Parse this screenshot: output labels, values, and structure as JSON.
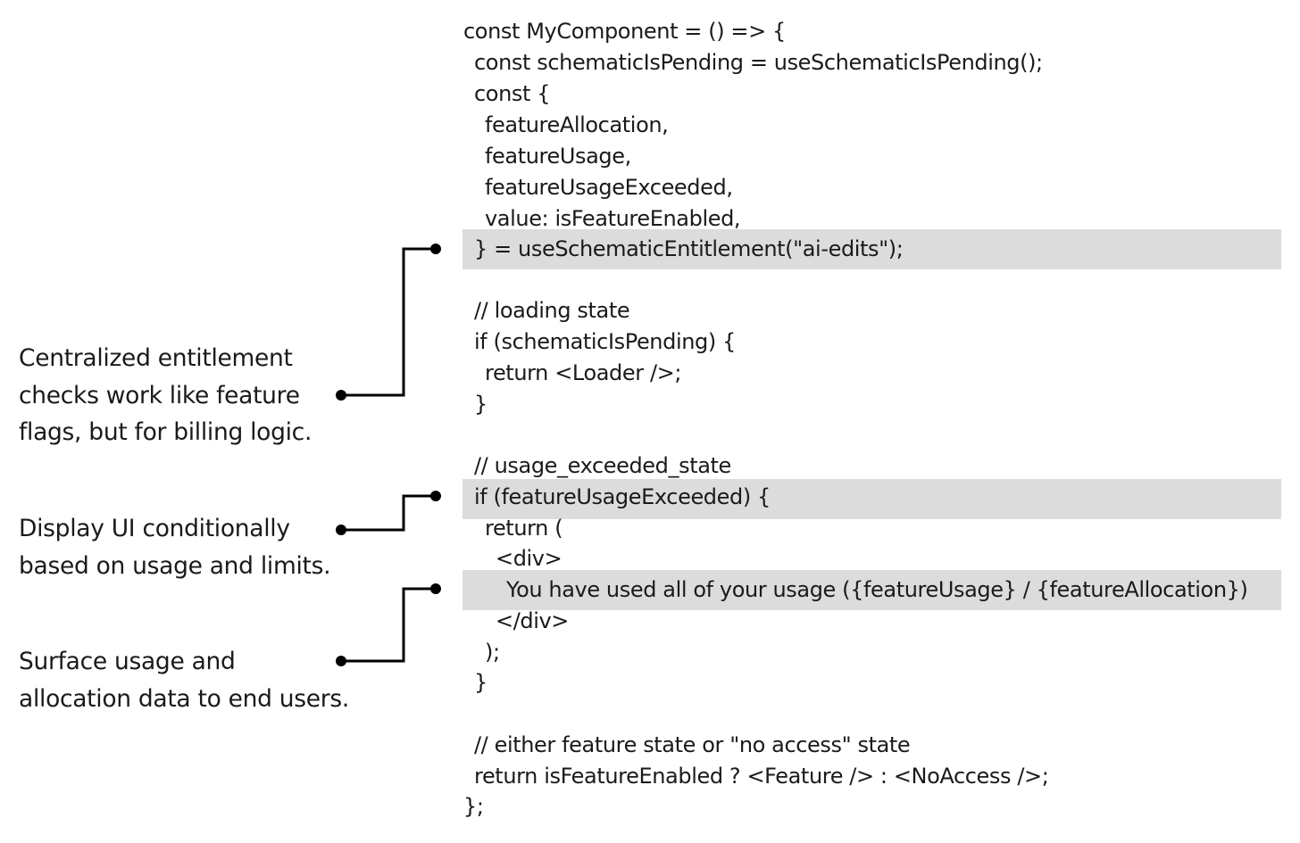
{
  "code_lines": [
    "const MyComponent = () => {",
    "const schematicIsPending = useSchematicIsPending();",
    "const {",
    "featureAllocation,",
    "featureUsage,",
    "featureUsageExceeded,",
    "value: isFeatureEnabled,",
    "} = useSchematicEntitlement(\"ai-edits\");",
    "",
    "// loading state",
    "if (schematicIsPending) {",
    "return <Loader />;",
    "}",
    "",
    "// usage_exceeded_state",
    "if (featureUsageExceeded) {",
    "return (",
    "<div>",
    "You have used all of your usage ({featureUsage} / {featureAllocation})",
    "</div>",
    ");",
    "}",
    "",
    "// either feature state or \"no access\" state",
    "return isFeatureEnabled ? <Feature /> : <NoAccess />;",
    "};"
  ],
  "annotations": [
    {
      "lines": [
        "Centralized entitlement",
        "checks work like feature",
        "flags, but for billing logic."
      ]
    },
    {
      "lines": [
        "Display UI conditionally",
        "based on usage and limits."
      ]
    },
    {
      "lines": [
        "Surface usage and",
        "allocation data to end users."
      ]
    }
  ]
}
